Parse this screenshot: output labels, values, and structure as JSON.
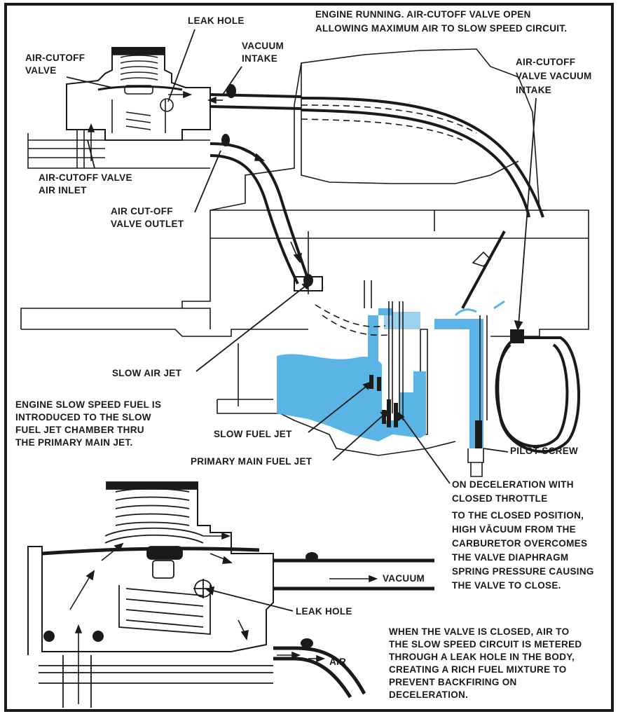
{
  "colors": {
    "ink": "#1a1a1a",
    "fuel_blue": "#5ab4e6",
    "paper": "#ffffff"
  },
  "labels": {
    "engine_running_1": "ENGINE RUNNING. AIR-CUTOFF VALVE OPEN",
    "engine_running_2": "ALLOWING MAXIMUM AIR TO SLOW SPEED CIRCUIT.",
    "leak_hole_top": "LEAK HOLE",
    "air_cutoff_valve_1": "AIR-CUTOFF",
    "air_cutoff_valve_2": "VALVE",
    "vacuum_intake_1": "VACUUM",
    "vacuum_intake_2": "INTAKE",
    "acv_vacuum_intake_1": "AIR-CUTOFF",
    "acv_vacuum_intake_2": "VALVE VACUUM",
    "acv_vacuum_intake_3": "INTAKE",
    "acv_air_inlet_1": "AIR-CUTOFF VALVE",
    "acv_air_inlet_2": "AIR INLET",
    "acv_outlet_1": "AIR CUT-OFF",
    "acv_outlet_2": "VALVE OUTLET",
    "slow_air_jet": "SLOW AIR JET",
    "engine_slow_1": "ENGINE SLOW SPEED FUEL IS",
    "engine_slow_2": "INTRODUCED TO THE SLOW",
    "engine_slow_3": "FUEL JET CHAMBER THRU",
    "engine_slow_4": "THE PRIMARY MAIN JET.",
    "slow_fuel_jet": "SLOW FUEL JET",
    "primary_main_fuel_jet": "PRIMARY MAIN FUEL JET",
    "pilot_screw": "PILOT SCREW",
    "decel_1": "ON DECELERATION WITH",
    "decel_2": "CLOSED THROTTLE",
    "decel_3": "TO THE CLOSED POSITION,",
    "decel_4": "HIGH VĀCUUM FROM THE",
    "decel_5": "CARBURETOR OVERCOMES",
    "decel_6": "THE VALVE DIAPHRAGM",
    "decel_7": "SPRING PRESSURE CAUSING",
    "decel_8": "THE  VALVE TO CLOSE.",
    "vacuum_bottom": "VACUUM",
    "leak_hole_bottom": "LEAK HOLE",
    "air_bottom": "AIR",
    "closed_1": "WHEN THE VALVE IS CLOSED, AIR TO",
    "closed_2": "THE SLOW SPEED CIRCUIT IS METERED",
    "closed_3": "THROUGH A LEAK HOLE IN THE BODY,",
    "closed_4": "CREATING A RICH FUEL MIXTURE TO",
    "closed_5": "PREVENT BACKFIRING ON",
    "closed_6": "DECELERATION."
  }
}
